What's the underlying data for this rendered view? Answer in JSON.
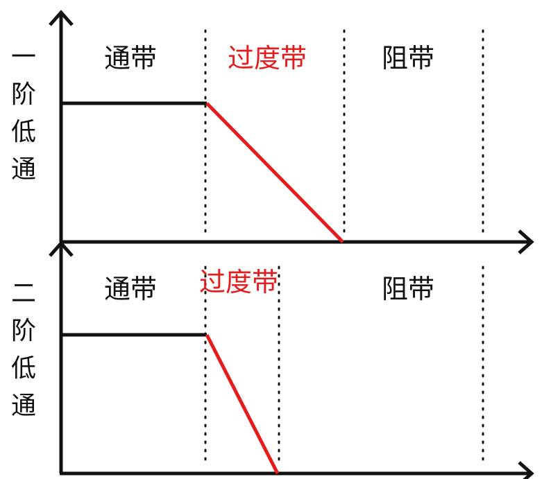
{
  "colors": {
    "axis": "#111111",
    "passband_line": "#111111",
    "transition_line": "#e51c1c",
    "transition_label": "#e51c1c",
    "divider": "#111111"
  },
  "panels": [
    {
      "order_label": [
        "一",
        "阶",
        "低",
        "通"
      ],
      "zones": {
        "pass": "通带",
        "transition": "过度带",
        "stop": "阻带"
      }
    },
    {
      "order_label": [
        "二",
        "阶",
        "低",
        "通"
      ],
      "zones": {
        "pass": "通带",
        "transition": "过度带",
        "stop": "阻带"
      }
    }
  ]
}
